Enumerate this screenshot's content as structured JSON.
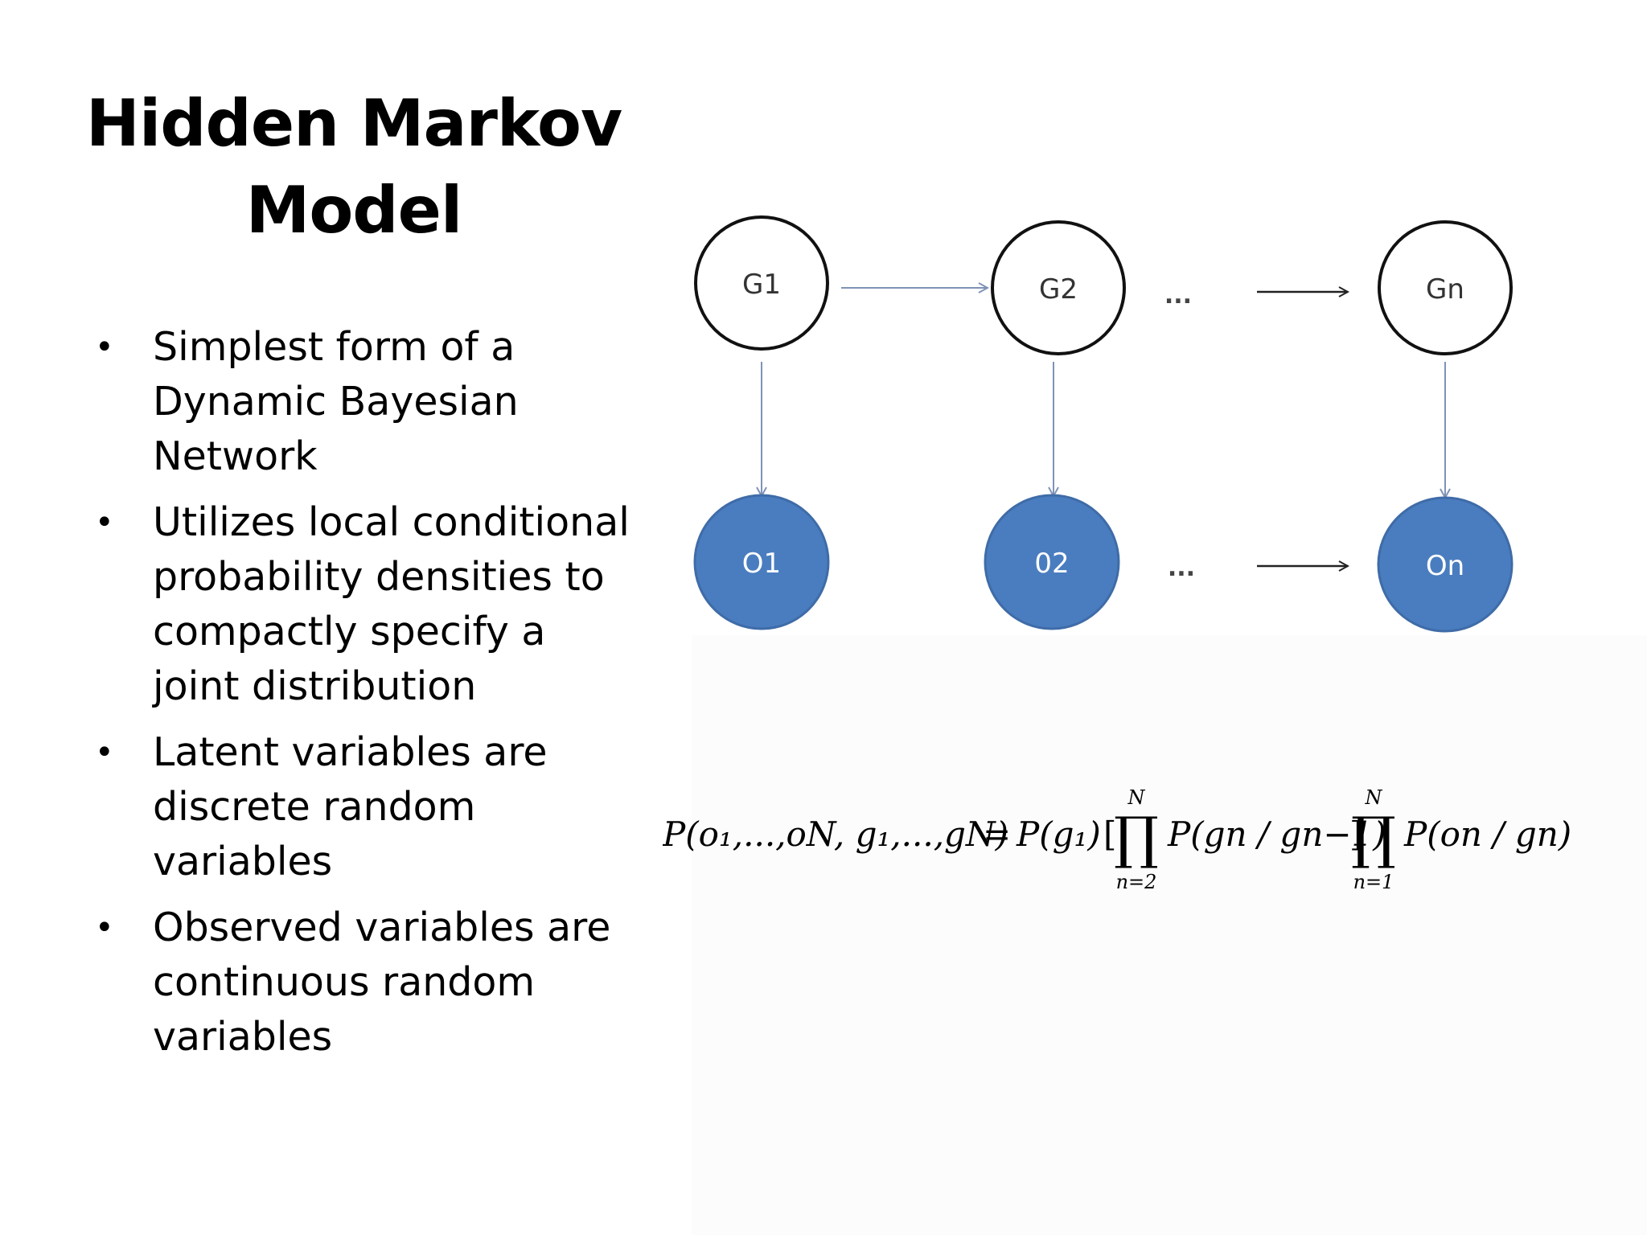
{
  "title_line1": "Hidden Markov",
  "title_line2": "Model",
  "bullets": [
    {
      "lines": [
        "Simplest form of a",
        "Dynamic Bayesian",
        "Network"
      ]
    },
    {
      "lines": [
        "Utilizes local conditional",
        "probability densities to",
        "compactly specify a",
        "joint distribution"
      ]
    },
    {
      "lines": [
        "Latent variables are",
        "discrete random",
        "variables"
      ]
    },
    {
      "lines": [
        "Observed variables are",
        "continuous random",
        "variables"
      ]
    }
  ],
  "bullet_glyph": "•",
  "diagram": {
    "hidden_nodes": [
      "G1",
      "G2",
      "Gn"
    ],
    "observed_nodes": [
      "O1",
      "02",
      "On"
    ],
    "ellipsis": "...",
    "colors": {
      "hidden_fill": "#ffffff",
      "hidden_stroke": "#111111",
      "observed_fill": "#4a7dbf",
      "observed_stroke": "#3f6ca8",
      "observed_text": "#ffffff",
      "arrow": "#7f93b7"
    }
  },
  "formula": {
    "lhs": "P(o₁,...,oN, g₁,...,gN)",
    "eq": "=",
    "p_g1": "P(g₁)",
    "bracket_open": "[",
    "prod1_top": "N",
    "prod1_bottom": "n=2",
    "term1": "P(gn / gn−1)",
    "bracket_close": "]",
    "prod2_top": "N",
    "prod2_bottom": "n=1",
    "term2": "P(on / gn)",
    "prod_symbol": "∏"
  }
}
